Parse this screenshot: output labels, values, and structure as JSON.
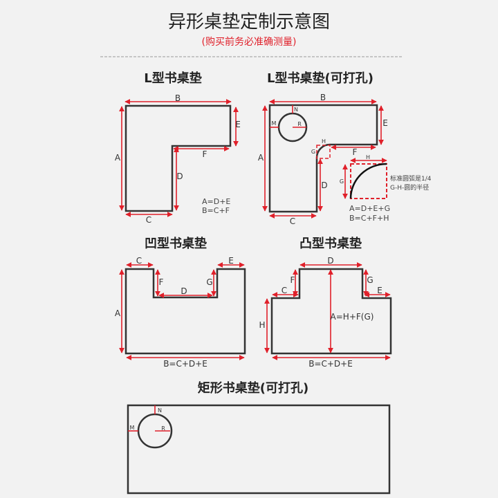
{
  "header": {
    "title": "异形桌垫定制示意图",
    "subtitle": "(购买前务必准确测量)",
    "accent": "#e0202a"
  },
  "l_shape": {
    "title": "L型书桌垫",
    "A": "A",
    "B": "B",
    "C": "C",
    "D": "D",
    "E": "E",
    "F": "F",
    "formula1": "A=D+E",
    "formula2": "B=C+F"
  },
  "l_shape_hole": {
    "title": "L型书桌垫(可打孔)",
    "A": "A",
    "B": "B",
    "C": "C",
    "D": "D",
    "E": "E",
    "F": "F",
    "G": "G",
    "H": "H",
    "M": "M",
    "N": "N",
    "R": "R",
    "detail_G": "G",
    "detail_H": "H",
    "note1": "标准圆弧是1/4",
    "note2": "G-H-圆的半径",
    "formula1": "A=D+E+G",
    "formula2": "B=C+F+H"
  },
  "concave": {
    "title": "凹型书桌垫",
    "A": "A",
    "C": "C",
    "D": "D",
    "E": "E",
    "F": "F",
    "G": "G",
    "formula": "B=C+D+E"
  },
  "convex": {
    "title": "凸型书桌垫",
    "C": "C",
    "D": "D",
    "E": "E",
    "F": "F",
    "G": "G",
    "H": "H",
    "formulaA": "A=H+F(G)",
    "formula": "B=C+D+E"
  },
  "rect_hole": {
    "title": "矩形书桌垫(可打孔)",
    "M": "M",
    "N": "N",
    "R": "R"
  }
}
